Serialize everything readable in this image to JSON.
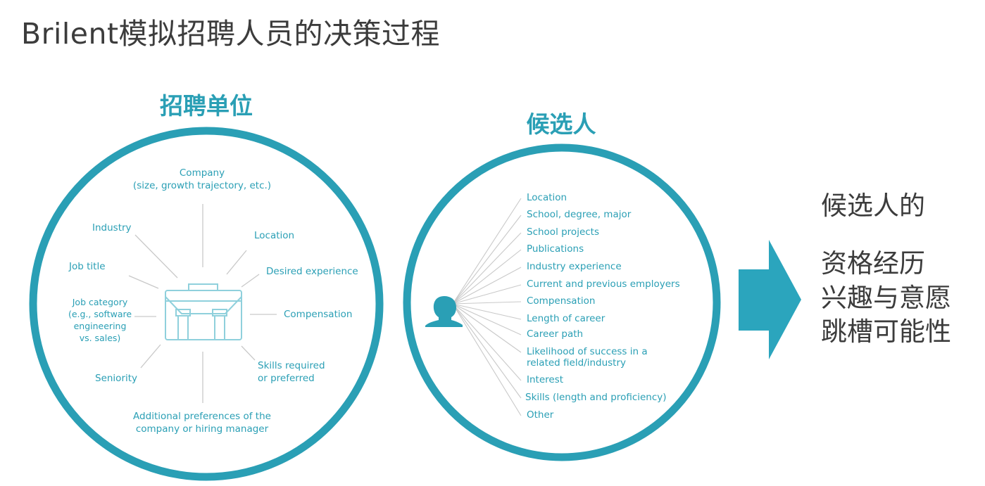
{
  "page_title": "Brilent模拟招聘人员的决策过程",
  "employer": {
    "title": "招聘单位",
    "labels": {
      "company": "Company\n(size, growth trajectory, etc.)",
      "location": "Location",
      "desired_experience": "Desired experience",
      "compensation": "Compensation",
      "skills": "Skills required\nor preferred",
      "additional": "Additional preferences of the\ncompany or hiring manager",
      "seniority": "Seniority",
      "job_category": "Job category\n(e.g., software\nengineering\nvs. sales)",
      "job_title": "Job title",
      "industry": "Industry"
    },
    "icon": "briefcase-icon"
  },
  "candidate": {
    "title": "候选人",
    "icon": "person-silhouette-icon",
    "items": [
      "Location",
      "School, degree, major",
      "School projects",
      "Publications",
      "Industry experience",
      "Current and previous employers",
      "Compensation",
      "Length of career",
      "Career path",
      "Likelihood of success in a\nrelated field/industry",
      "Interest",
      "Skills (length and proficiency)",
      "Other"
    ]
  },
  "result": {
    "line1": "候选人的",
    "line2": "资格经历",
    "line3": "兴趣与意愿",
    "line4": "跳槽可能性"
  },
  "colors": {
    "accent": "#2a9fb5",
    "arrow": "#2ba5bd",
    "spoke": "#c9c9c9",
    "text_dark": "#3c3c3c"
  }
}
